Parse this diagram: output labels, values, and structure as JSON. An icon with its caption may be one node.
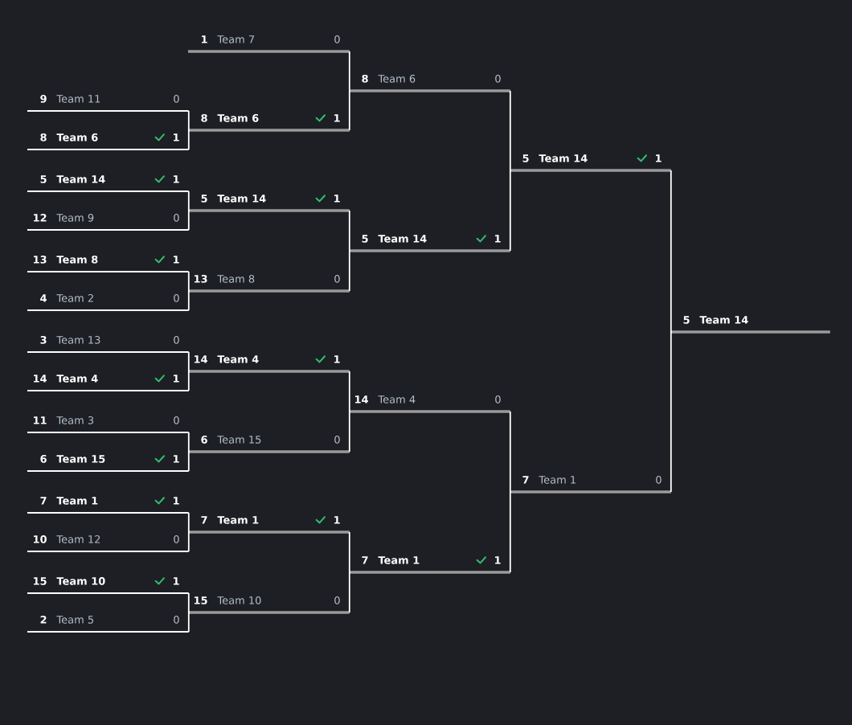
{
  "diagram": {
    "nodes": [
      {
        "text": [
          "9",
          "Team 11",
          "0"
        ]
      },
      {
        "text": [
          "8",
          "Team 6",
          "1"
        ]
      },
      {
        "text": [
          "5",
          "Team 14",
          "1"
        ]
      },
      {
        "text": [
          "12",
          "Team 9",
          "0"
        ]
      },
      {
        "text": [
          "13",
          "Team 8",
          "1"
        ]
      },
      {
        "text": [
          "4",
          "Team 2",
          "0"
        ]
      },
      {
        "text": [
          "3",
          "Team 13",
          "0"
        ]
      },
      {
        "text": [
          "14",
          "Team 4",
          "1"
        ]
      },
      {
        "text": [
          "11",
          "Team 3",
          "0"
        ]
      },
      {
        "text": [
          "6",
          "Team 15",
          "1"
        ]
      },
      {
        "text": [
          "7",
          "Team 1",
          "1"
        ]
      },
      {
        "text": [
          "10",
          "Team 12",
          "0"
        ]
      },
      {
        "text": [
          "15",
          "Team 10",
          "1"
        ]
      },
      {
        "text": [
          "2",
          "Team 5",
          "0"
        ]
      },
      {
        "text": [
          "1",
          "Team 7",
          "0"
        ]
      },
      {
        "text": [
          "8",
          "Team 6",
          "1"
        ]
      },
      {
        "text": [
          "5",
          "Team 14",
          "1"
        ]
      },
      {
        "text": [
          "13",
          "Team 8",
          "0"
        ]
      },
      {
        "text": [
          "14",
          "Team 4",
          "1"
        ]
      },
      {
        "text": [
          "6",
          "Team 15",
          "0"
        ]
      },
      {
        "text": [
          "7",
          "Team 1",
          "1"
        ]
      },
      {
        "text": [
          "15",
          "Team 10",
          "0"
        ]
      },
      {
        "text": [
          "8",
          "Team 6",
          "0"
        ]
      },
      {
        "text": [
          "5",
          "Team 14",
          "1"
        ]
      },
      {
        "text": [
          "14",
          "Team 4",
          "0"
        ]
      },
      {
        "text": [
          "7",
          "Team 1",
          "1"
        ]
      },
      {
        "text": [
          "5",
          "Team 14",
          "1"
        ]
      },
      {
        "text": [
          "7",
          "Team 1",
          "0"
        ]
      },
      {
        "text": [
          "5",
          "Team 14"
        ]
      }
    ],
    "edges": [
      {
        "from": 0,
        "to": 15,
        "arrow": "none"
      },
      {
        "from": 1,
        "to": 15,
        "arrow": "none"
      },
      {
        "from": 2,
        "to": 16,
        "arrow": "none"
      },
      {
        "from": 3,
        "to": 16,
        "arrow": "none"
      },
      {
        "from": 4,
        "to": 17,
        "arrow": "none"
      },
      {
        "from": 5,
        "to": 17,
        "arrow": "none"
      },
      {
        "from": 6,
        "to": 18,
        "arrow": "none"
      },
      {
        "from": 7,
        "to": 18,
        "arrow": "none"
      },
      {
        "from": 8,
        "to": 19,
        "arrow": "none"
      },
      {
        "from": 9,
        "to": 19,
        "arrow": "none"
      },
      {
        "from": 10,
        "to": 20,
        "arrow": "none"
      },
      {
        "from": 11,
        "to": 20,
        "arrow": "none"
      },
      {
        "from": 12,
        "to": 21,
        "arrow": "none"
      },
      {
        "from": 13,
        "to": 21,
        "arrow": "none"
      },
      {
        "from": 14,
        "to": 22,
        "arrow": "none"
      },
      {
        "from": 15,
        "to": 22,
        "arrow": "none"
      },
      {
        "from": 16,
        "to": 23,
        "arrow": "none"
      },
      {
        "from": 17,
        "to": 23,
        "arrow": "none"
      },
      {
        "from": 18,
        "to": 24,
        "arrow": "none"
      },
      {
        "from": 19,
        "to": 24,
        "arrow": "none"
      },
      {
        "from": 20,
        "to": 25,
        "arrow": "none"
      },
      {
        "from": 21,
        "to": 25,
        "arrow": "none"
      },
      {
        "from": 22,
        "to": 26,
        "arrow": "none"
      },
      {
        "from": 23,
        "to": 26,
        "arrow": "none"
      },
      {
        "from": 24,
        "to": 27,
        "arrow": "none"
      },
      {
        "from": 25,
        "to": 27,
        "arrow": "none"
      },
      {
        "from": 26,
        "to": 28,
        "arrow": "none"
      },
      {
        "from": 27,
        "to": 28,
        "arrow": "none"
      }
    ]
  }
}
